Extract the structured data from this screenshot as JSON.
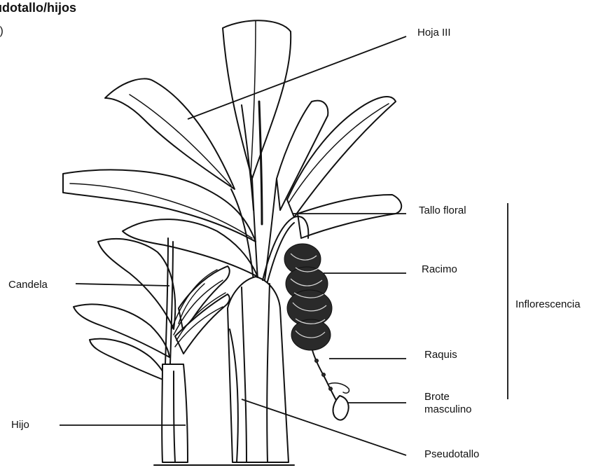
{
  "header": {
    "title": "udotallo/hijos",
    "subtitle": "l)"
  },
  "labels": {
    "hoja": "Hoja III",
    "tallo_floral": "Tallo floral",
    "racimo": "Racimo",
    "inflorescencia": "Inflorescencia",
    "raquis": "Raquis",
    "brote_line1": "Brote",
    "brote_line2": "masculino",
    "pseudotallo": "Pseudotallo",
    "candela": "Candela",
    "hijo": "Hijo"
  },
  "colors": {
    "line": "#111111",
    "background": "#ffffff"
  }
}
